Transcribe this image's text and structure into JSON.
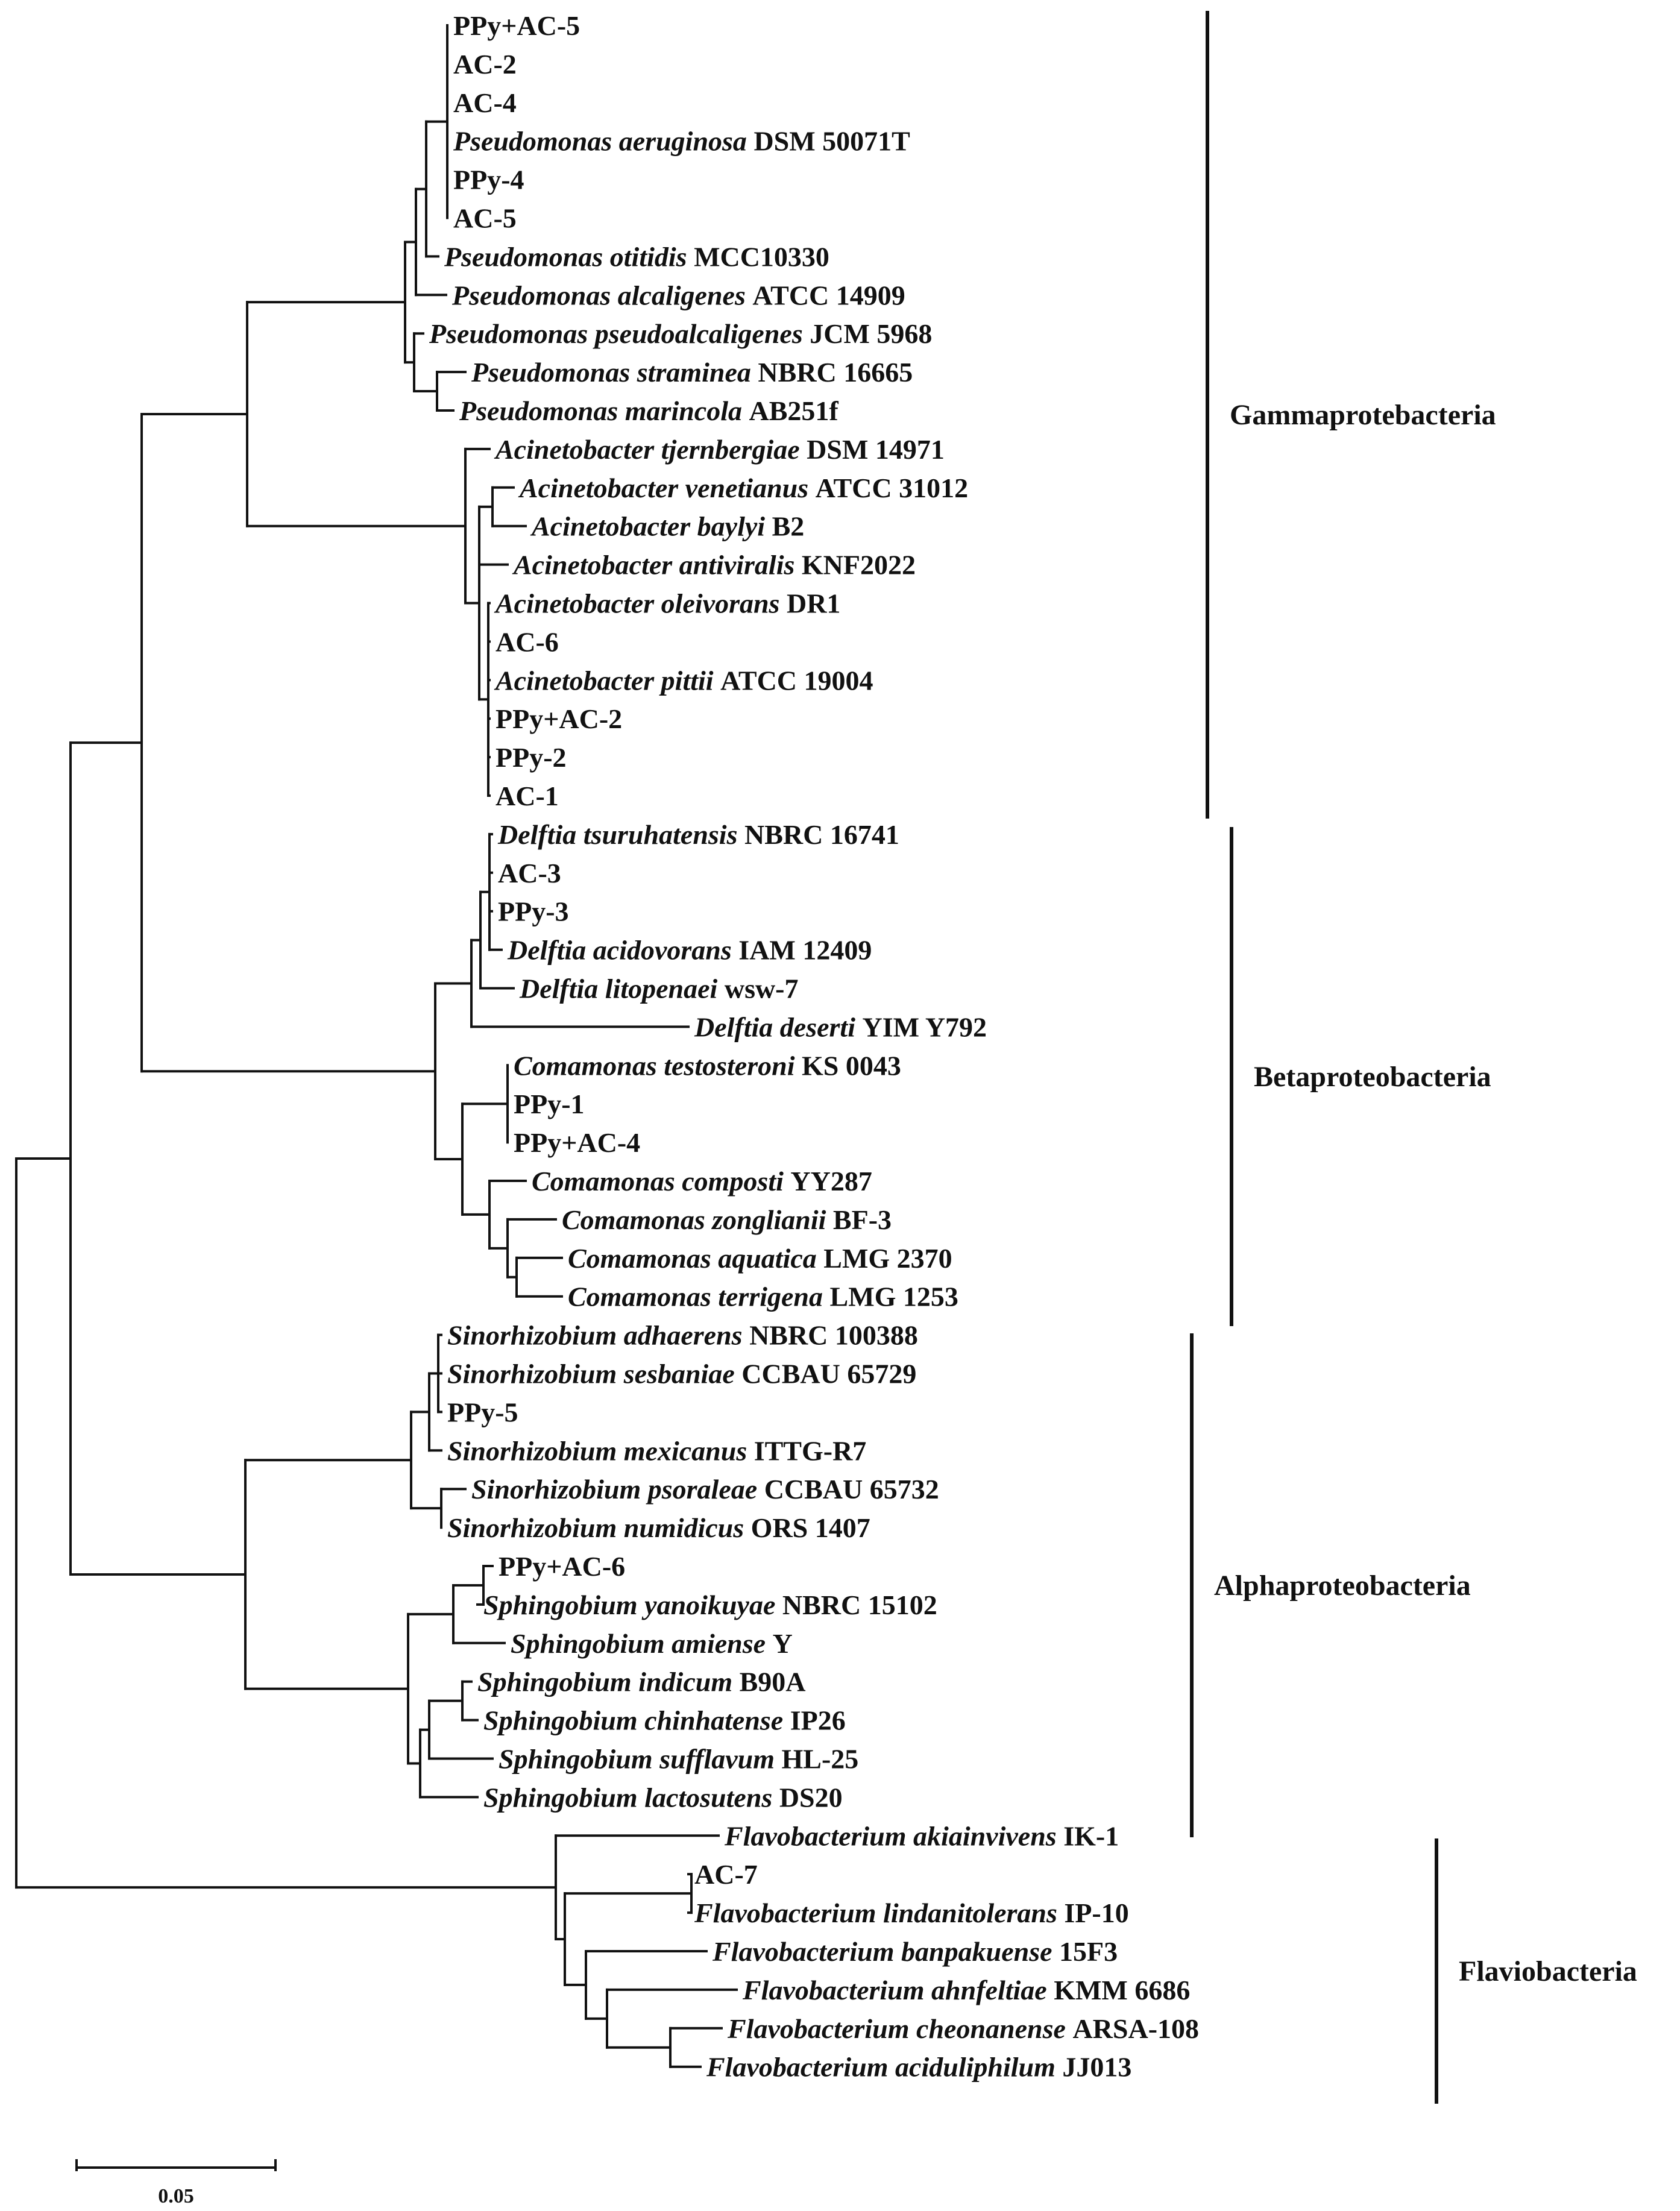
{
  "taxa": [
    {
      "species": "",
      "strain": "PPy+AC-5"
    },
    {
      "species": "",
      "strain": "AC-2"
    },
    {
      "species": "",
      "strain": "AC-4"
    },
    {
      "species": "Pseudomonas aeruginosa",
      "strain": "DSM 50071T"
    },
    {
      "species": "",
      "strain": "PPy-4"
    },
    {
      "species": "",
      "strain": "AC-5"
    },
    {
      "species": "Pseudomonas otitidis",
      "strain": "MCC10330"
    },
    {
      "species": "Pseudomonas alcaligenes",
      "strain": "ATCC 14909"
    },
    {
      "species": "Pseudomonas pseudoalcaligenes",
      "strain": "JCM 5968"
    },
    {
      "species": "Pseudomonas straminea",
      "strain": "NBRC 16665"
    },
    {
      "species": "Pseudomonas marincola",
      "strain": "AB251f"
    },
    {
      "species": "Acinetobacter tjernbergiae",
      "strain": "DSM 14971"
    },
    {
      "species": "Acinetobacter venetianus",
      "strain": "ATCC 31012"
    },
    {
      "species": "Acinetobacter baylyi",
      "strain": "B2"
    },
    {
      "species": "Acinetobacter antiviralis",
      "strain": "KNF2022"
    },
    {
      "species": "Acinetobacter oleivorans",
      "strain": "DR1"
    },
    {
      "species": "",
      "strain": "AC-6"
    },
    {
      "species": "Acinetobacter pittii",
      "strain": "ATCC 19004"
    },
    {
      "species": "",
      "strain": "PPy+AC-2"
    },
    {
      "species": "",
      "strain": "PPy-2"
    },
    {
      "species": "",
      "strain": "AC-1"
    },
    {
      "species": "Delftia tsuruhatensis",
      "strain": "NBRC 16741"
    },
    {
      "species": "",
      "strain": "AC-3"
    },
    {
      "species": "",
      "strain": "PPy-3"
    },
    {
      "species": "Delftia acidovorans",
      "strain": "IAM 12409"
    },
    {
      "species": "Delftia litopenaei",
      "strain": "wsw-7"
    },
    {
      "species": "Delftia deserti",
      "strain": "YIM Y792"
    },
    {
      "species": "Comamonas testosteroni",
      "strain": "KS 0043"
    },
    {
      "species": "",
      "strain": "PPy-1"
    },
    {
      "species": "",
      "strain": "PPy+AC-4"
    },
    {
      "species": "Comamonas composti",
      "strain": "YY287"
    },
    {
      "species": "Comamonas zonglianii",
      "strain": "BF-3"
    },
    {
      "species": "Comamonas aquatica",
      "strain": "LMG 2370"
    },
    {
      "species": "Comamonas terrigena",
      "strain": "LMG 1253"
    },
    {
      "species": "Sinorhizobium adhaerens",
      "strain": "NBRC 100388"
    },
    {
      "species": "Sinorhizobium sesbaniae",
      "strain": "CCBAU 65729"
    },
    {
      "species": "",
      "strain": "PPy-5"
    },
    {
      "species": "Sinorhizobium mexicanus",
      "strain": "ITTG-R7"
    },
    {
      "species": "Sinorhizobium psoraleae",
      "strain": "CCBAU 65732"
    },
    {
      "species": "Sinorhizobium numidicus",
      "strain": "ORS 1407"
    },
    {
      "species": "",
      "strain": "PPy+AC-6"
    },
    {
      "species": "Sphingobium yanoikuyae",
      "strain": "NBRC 15102"
    },
    {
      "species": "Sphingobium amiense",
      "strain": "Y"
    },
    {
      "species": "Sphingobium indicum",
      "strain": "B90A"
    },
    {
      "species": "Sphingobium chinhatense",
      "strain": "IP26"
    },
    {
      "species": "Sphingobium sufflavum",
      "strain": "HL-25"
    },
    {
      "species": "Sphingobium lactosutens",
      "strain": "DS20"
    },
    {
      "species": "Flavobacterium akiainvivens",
      "strain": "IK-1"
    },
    {
      "species": "",
      "strain": "AC-7"
    },
    {
      "species": "Flavobacterium lindanitolerans",
      "strain": "IP-10"
    },
    {
      "species": "Flavobacterium banpakuense",
      "strain": "15F3"
    },
    {
      "species": "Flavobacterium ahnfeltiae",
      "strain": "KMM 6686"
    },
    {
      "species": "Flavobacterium cheonanense",
      "strain": "ARSA-108"
    },
    {
      "species": "Flavobacterium aciduliphilum",
      "strain": "JJ013"
    }
  ],
  "groups": [
    {
      "label": "Gammaprotebacteria"
    },
    {
      "label": "Betaproteobacteria"
    },
    {
      "label": "Alphaproteobacteria"
    },
    {
      "label": "Flaviobacteria"
    }
  ],
  "scale_bar": {
    "label": "0.05",
    "value": 0.05
  },
  "colors": {
    "line": "#111111",
    "text": "#111111",
    "background": "#ffffff"
  }
}
